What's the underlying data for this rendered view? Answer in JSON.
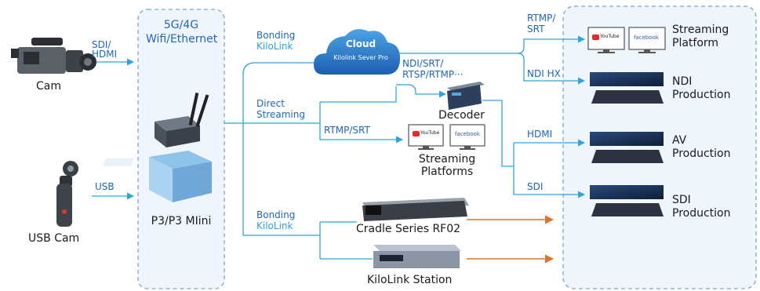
{
  "cam": {
    "label": "Cam",
    "link_label": [
      "SDI/",
      "HDMI"
    ]
  },
  "usb_cam": {
    "label": "USB Cam",
    "link_label": "USB"
  },
  "device_group": {
    "network_label": [
      "5G/4G",
      "Wifi/Ethernet"
    ],
    "device_label": "P3/P3 MIini"
  },
  "links": {
    "bonding_top": [
      "Bonding",
      "KiloLink"
    ],
    "direct": [
      "Direct",
      "Streaming"
    ],
    "bonding_bottom": [
      "Bonding",
      "KiloLink"
    ],
    "rtmp_srt_top": [
      "RTMP/",
      "SRT"
    ],
    "ndi_srt": [
      "NDI/SRT/",
      "RTSP/RTMP···"
    ],
    "rtmp_srt_mid": "RTMP/SRT",
    "ndi_hx": "NDI HX",
    "hdmi": "HDMI",
    "sdi": "SDI"
  },
  "cloud": {
    "title": "Cloud",
    "subtitle": "Kilolink Sever Pro"
  },
  "decoder": {
    "label": "Decoder"
  },
  "mid_streaming": {
    "label": [
      "Streaming",
      "Platforms"
    ]
  },
  "youtube_text": "YouTube",
  "facebook_text": "facebook",
  "cradle": {
    "label": "Cradle Series RF02"
  },
  "station": {
    "label": "KiloLink Station"
  },
  "destinations": [
    {
      "label": [
        "Streaming",
        "Platform"
      ]
    },
    {
      "label": [
        "NDI",
        "Production"
      ]
    },
    {
      "label": [
        "AV",
        "Production"
      ]
    },
    {
      "label": [
        "SDI",
        "Production"
      ]
    }
  ],
  "colors": {
    "line": "#2ea4d8",
    "orange_arrow": "#e0732b",
    "dashed_box": "#7aa6cf",
    "box_fill": "#eef5fc"
  }
}
